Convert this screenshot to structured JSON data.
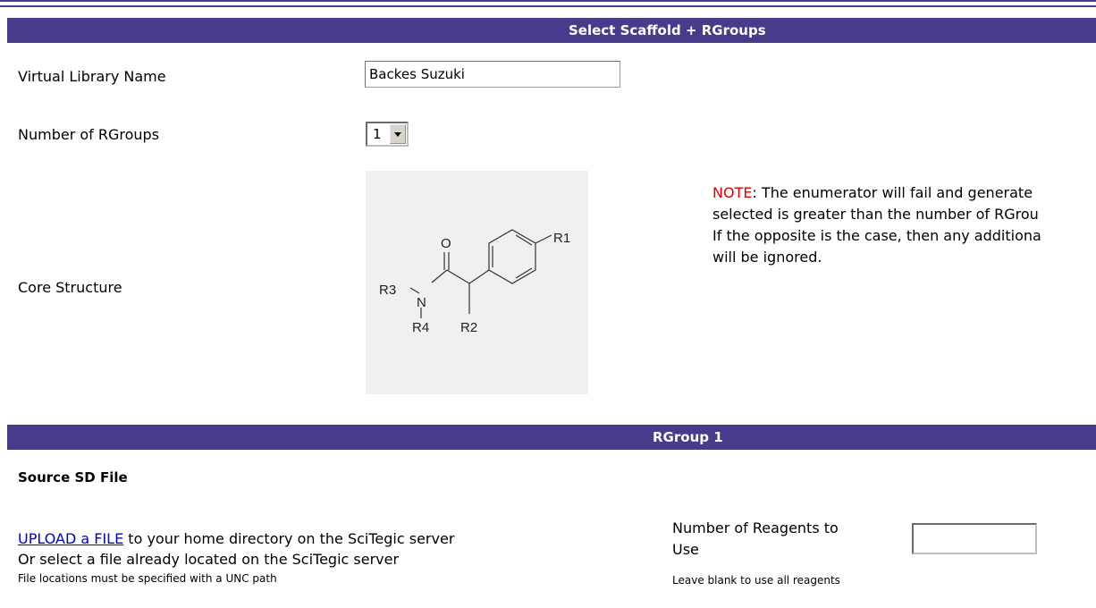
{
  "header_scaffold": {
    "title": "Select Scaffold + RGroups"
  },
  "library_name": {
    "label": "Virtual Library Name",
    "value": "Backes Suzuki"
  },
  "num_rgroups": {
    "label": "Number of RGroups",
    "selected": "1"
  },
  "core": {
    "label": "Core Structure",
    "atoms": {
      "r1": "R1",
      "r2": "R2",
      "r3": "R3",
      "r4": "R4",
      "o": "O",
      "n": "N"
    }
  },
  "note": {
    "label": "NOTE",
    "line1": ": The enumerator will fail and generate",
    "line2": "selected is greater than the number of RGrou",
    "line3": "If the opposite is the case, then any additiona",
    "line4": "will be ignored."
  },
  "header_rgroup": {
    "title": "RGroup 1"
  },
  "source": {
    "heading": "Source SD File",
    "upload_link": "UPLOAD a FILE",
    "upload_rest": " to your home directory on the SciTegic server",
    "select_line": "Or select a file already located on the SciTegic server",
    "unc_note": "File locations must be specified with a UNC path"
  },
  "reagents": {
    "label_line1": "Number of Reagents to",
    "label_line2": "Use",
    "hint": "Leave blank to use all reagents",
    "value": ""
  },
  "colors": {
    "header_bg": "#4a3a8c",
    "note_red": "#e00000",
    "link_blue": "#0000cc"
  }
}
